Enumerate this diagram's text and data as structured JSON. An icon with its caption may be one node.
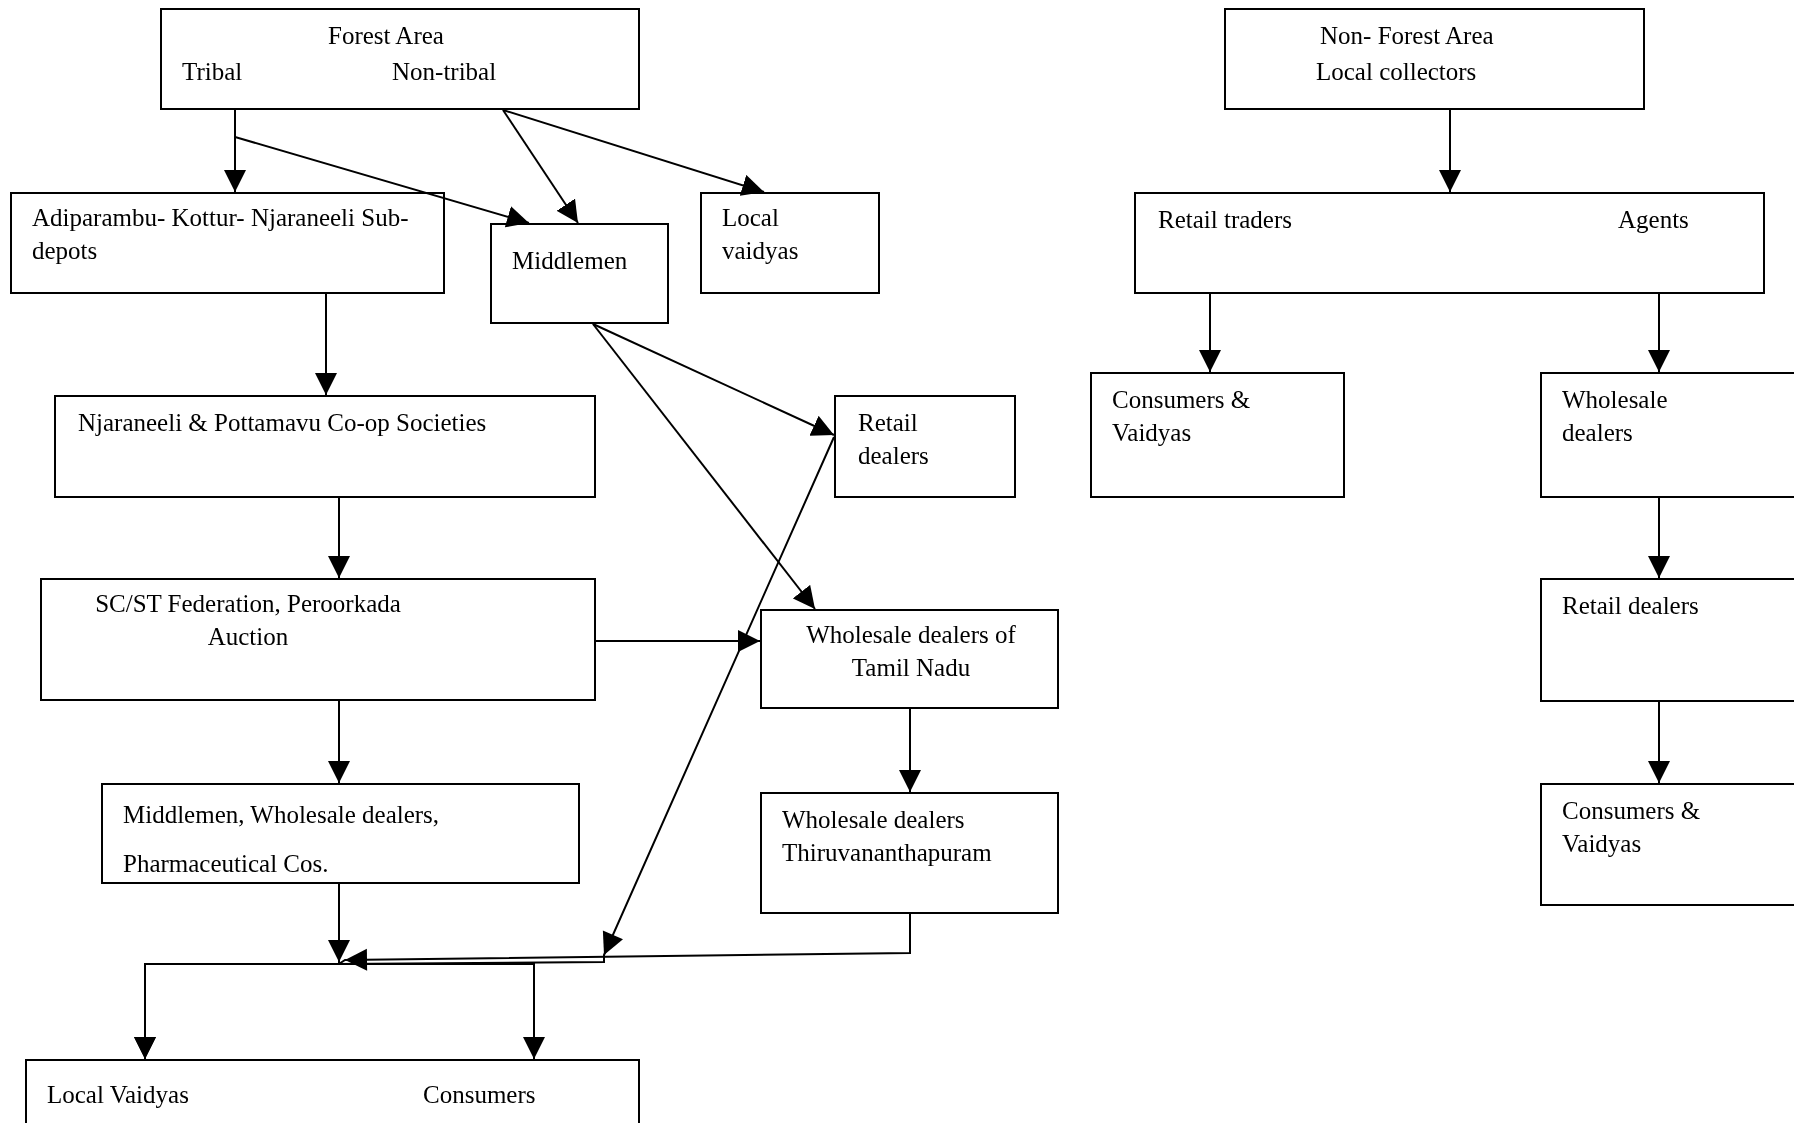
{
  "diagram": {
    "nodes": [
      {
        "text": [
          "Forest Area",
          "Tribal",
          "Non-tribal"
        ]
      },
      {
        "text": [
          "Adiparambu- Kottur- Njaraneeli Sub- depots"
        ]
      },
      {
        "text": [
          "Middlemen"
        ]
      },
      {
        "text": [
          "Local vaidyas"
        ]
      },
      {
        "text": [
          "Njaraneeli & Pottamavu Co-op Societies"
        ]
      },
      {
        "text": [
          "Retail dealers"
        ]
      },
      {
        "text": [
          "SC/ST Federation, Peroorkada Auction"
        ]
      },
      {
        "text": [
          "Wholesale dealers of Tamil Nadu"
        ]
      },
      {
        "text": [
          "Middlemen, Wholesale dealers, Pharmaceutical Cos."
        ]
      },
      {
        "text": [
          "Wholesale dealers Thiruvananthapuram"
        ]
      },
      {
        "text": [
          "Local Vaidyas",
          "Consumers"
        ]
      },
      {
        "text": [
          "Non- Forest Area",
          "Local collectors"
        ]
      },
      {
        "text": [
          "Retail traders",
          "Agents"
        ]
      },
      {
        "text": [
          "Consumers & Vaidyas"
        ]
      },
      {
        "text": [
          "Wholesale dealers"
        ]
      },
      {
        "text": [
          "Retail dealers"
        ]
      },
      {
        "text": [
          "Consumers & Vaidyas"
        ]
      }
    ],
    "edges": [
      {
        "from": 0,
        "to": 1,
        "arrow": "to"
      },
      {
        "from": 0,
        "to": 2,
        "arrow": "to"
      },
      {
        "from": 0,
        "to": 2,
        "arrow": "to"
      },
      {
        "from": 0,
        "to": 3,
        "arrow": "to"
      },
      {
        "from": 1,
        "to": 4,
        "arrow": "to"
      },
      {
        "from": 2,
        "to": 5,
        "arrow": "to"
      },
      {
        "from": 2,
        "to": 7,
        "arrow": "to"
      },
      {
        "from": 4,
        "to": 6,
        "arrow": "to"
      },
      {
        "from": 6,
        "to": 7,
        "arrow": "to"
      },
      {
        "from": 6,
        "to": 8,
        "arrow": "to"
      },
      {
        "from": 7,
        "to": 9,
        "arrow": "to"
      },
      {
        "from": 8,
        "to": 10,
        "arrow": "to"
      },
      {
        "from": 9,
        "to": 10,
        "arrow": "to"
      },
      {
        "from": 5,
        "to": 10,
        "arrow": "to"
      },
      {
        "from": 11,
        "to": 12,
        "arrow": "to"
      },
      {
        "from": 12,
        "to": 13,
        "arrow": "to"
      },
      {
        "from": 12,
        "to": 14,
        "arrow": "to"
      },
      {
        "from": 14,
        "to": 15,
        "arrow": "to"
      },
      {
        "from": 15,
        "to": 16,
        "arrow": "to"
      }
    ]
  }
}
